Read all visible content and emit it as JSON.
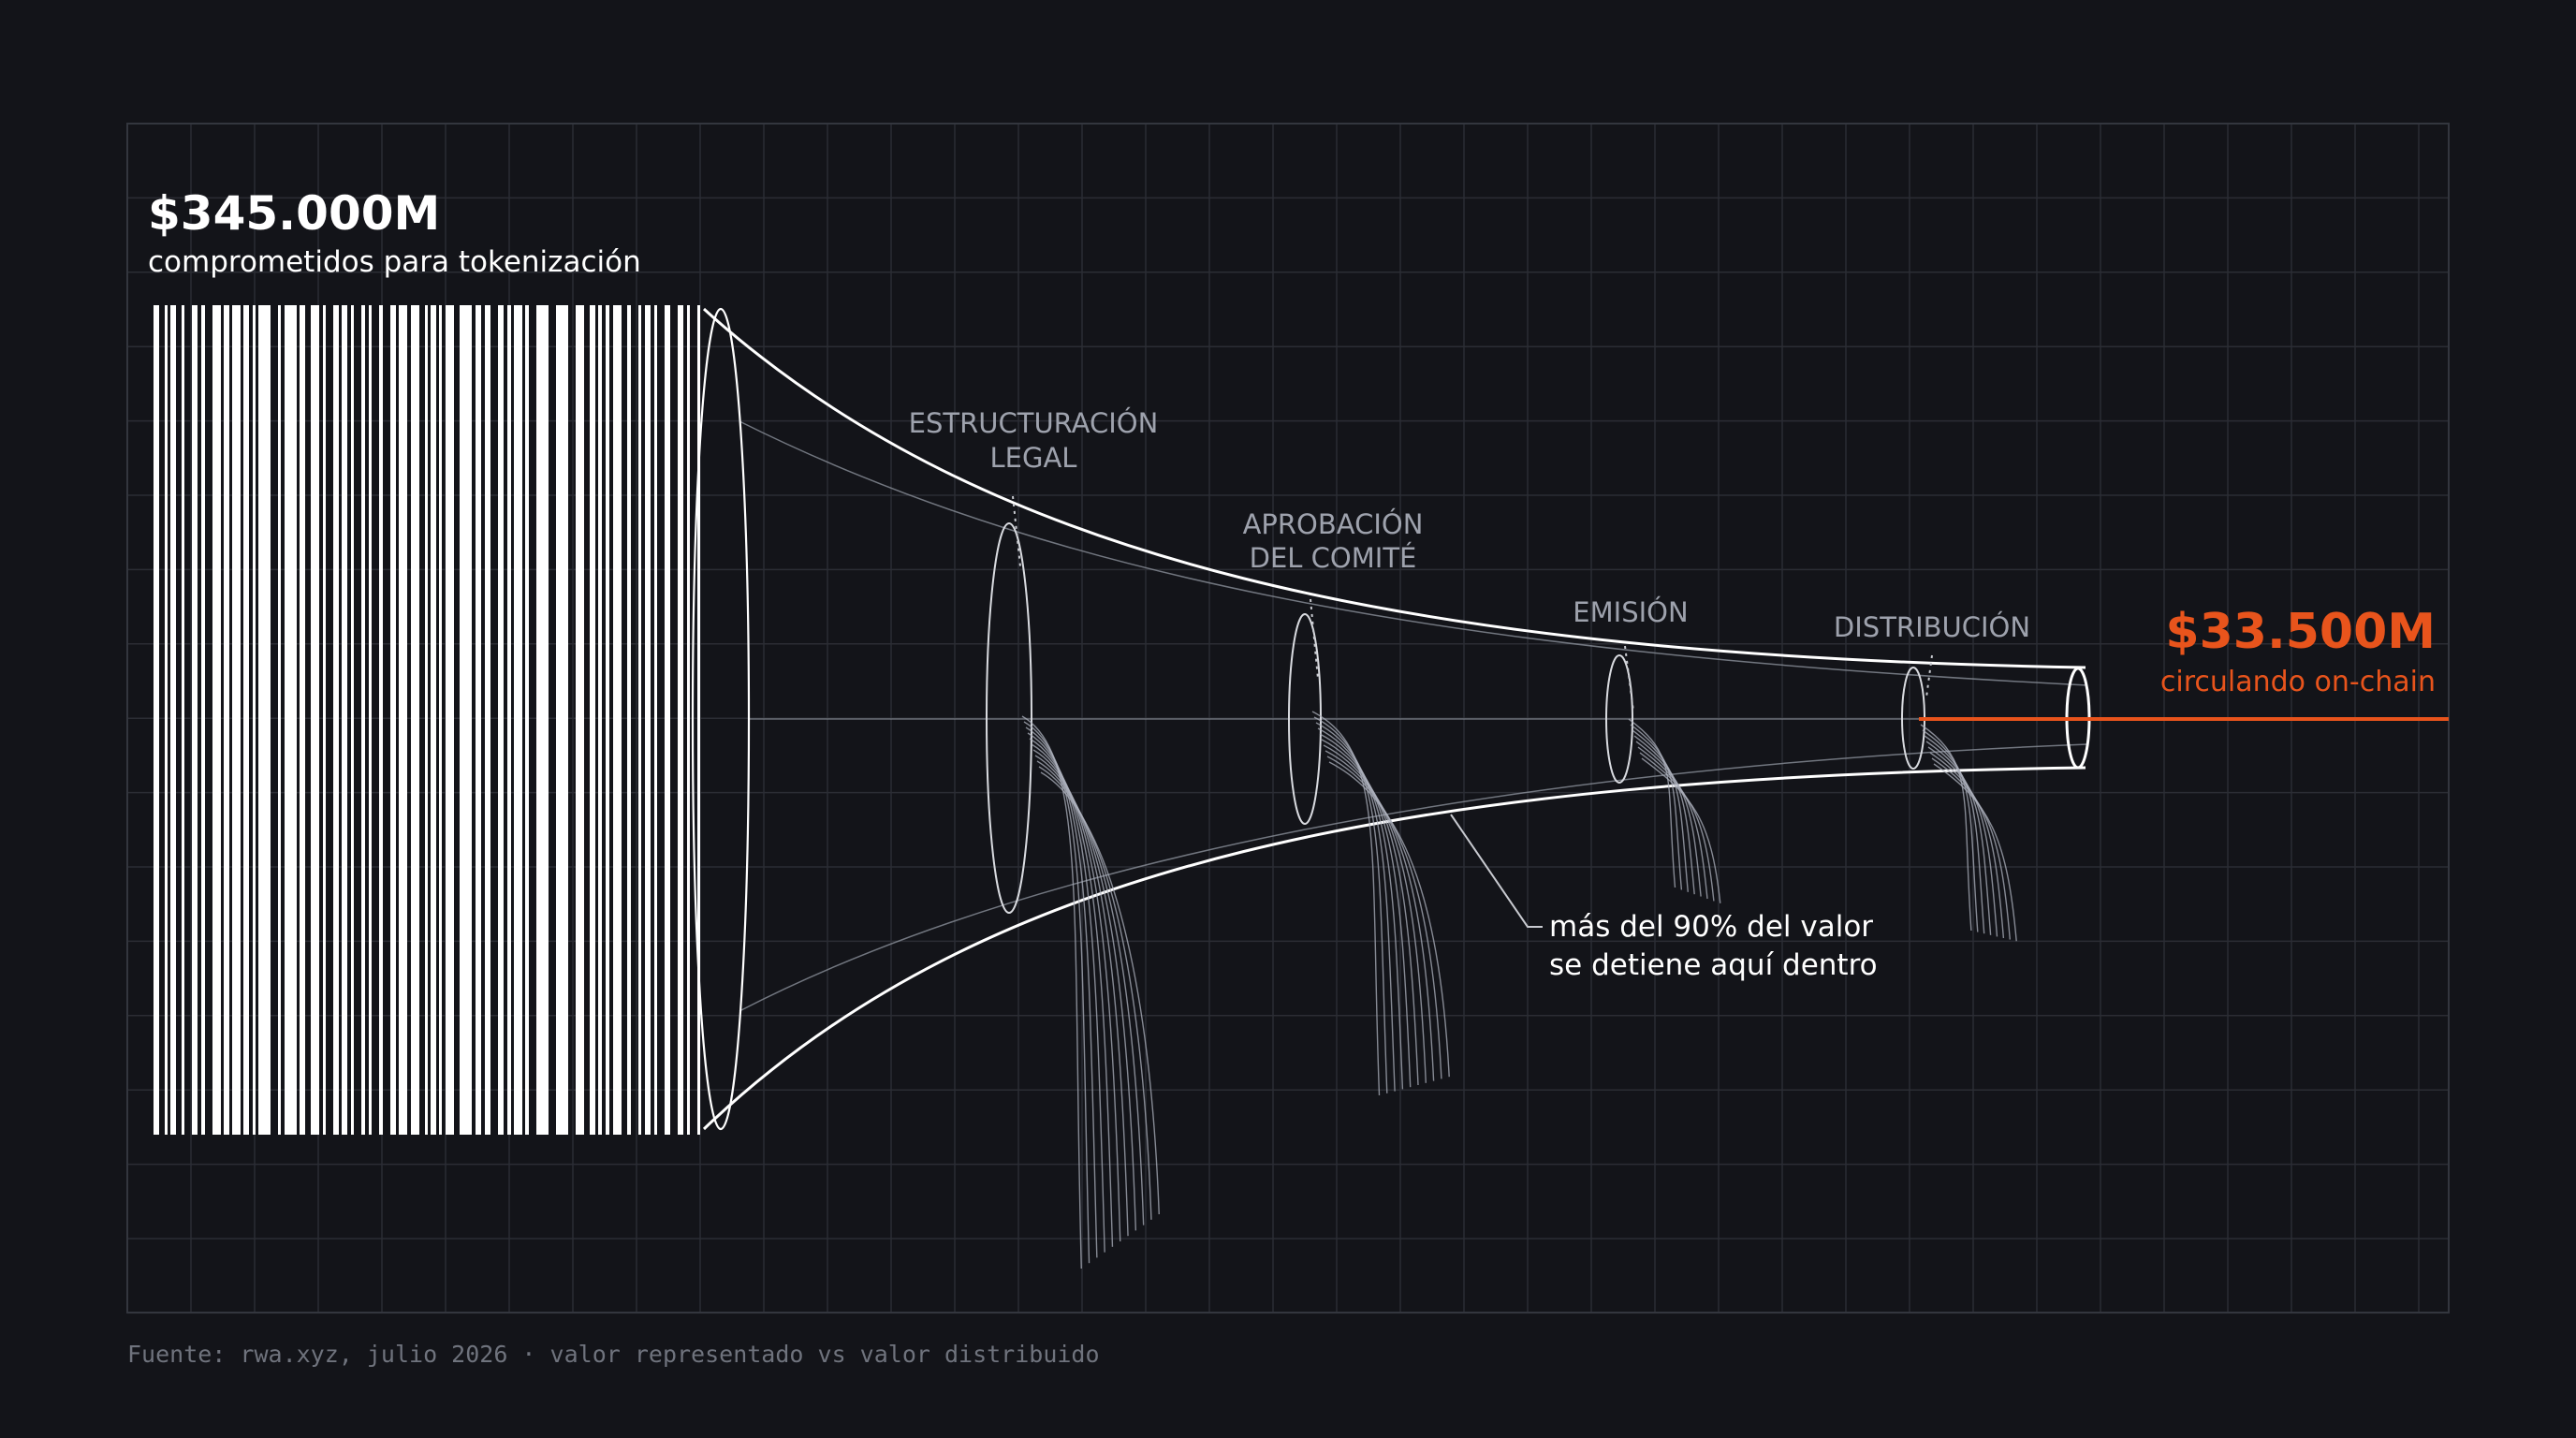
{
  "headline": {
    "value": "$345.000M",
    "caption": "comprometidos para tokenización"
  },
  "result": {
    "value": "$33.500M",
    "caption": "circulando on-chain"
  },
  "stages": [
    {
      "lines": [
        "ESTRUCTURACIÓN",
        "LEGAL"
      ]
    },
    {
      "lines": [
        "APROBACIÓN",
        "DEL COMITÉ"
      ]
    },
    {
      "lines": [
        "EMISIÓN"
      ]
    },
    {
      "lines": [
        "DISTRIBUCIÓN"
      ]
    }
  ],
  "annotation": {
    "line1": "más del 90% del valor",
    "line2": "se detiene aquí dentro"
  },
  "source": "Fuente: rwa.xyz, julio 2026 · valor representado vs valor distribuido",
  "colors": {
    "background": "#131419",
    "grid": "#2b2d34",
    "foreground": "#ffffff",
    "muted": "#9ea2ad",
    "accent": "#e8541c",
    "source_text": "#6f737d"
  }
}
